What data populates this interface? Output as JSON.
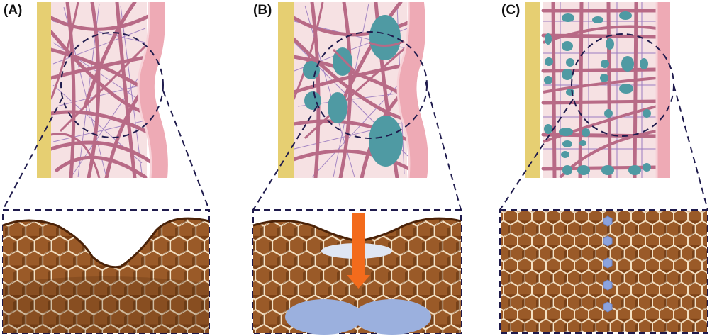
{
  "panels": [
    {
      "id": "A",
      "label": "(A)"
    },
    {
      "id": "B",
      "label": "(B)"
    },
    {
      "id": "C",
      "label": "(C)"
    }
  ],
  "colors": {
    "basement_membrane": "#e6cf72",
    "matrix_background": "#f6e1e3",
    "collagen_fiber": "#b86a86",
    "fine_fiber": "#9b7cc0",
    "epithelium": "#eeaab5",
    "cell": "#4f9aa3",
    "dashed_outline": "#1f1b4d",
    "lattice_base": "#8a4a1a",
    "lattice_highlight": "#f4e1c4",
    "lattice_dark": "#5a2c0c",
    "arrow": "#f36b1c",
    "defect_light": "#dfe6f3",
    "defect": "#9bb0de",
    "defect_marker": "#8ca3dd"
  },
  "icons": {
    "arrow": "down-arrow-icon"
  }
}
